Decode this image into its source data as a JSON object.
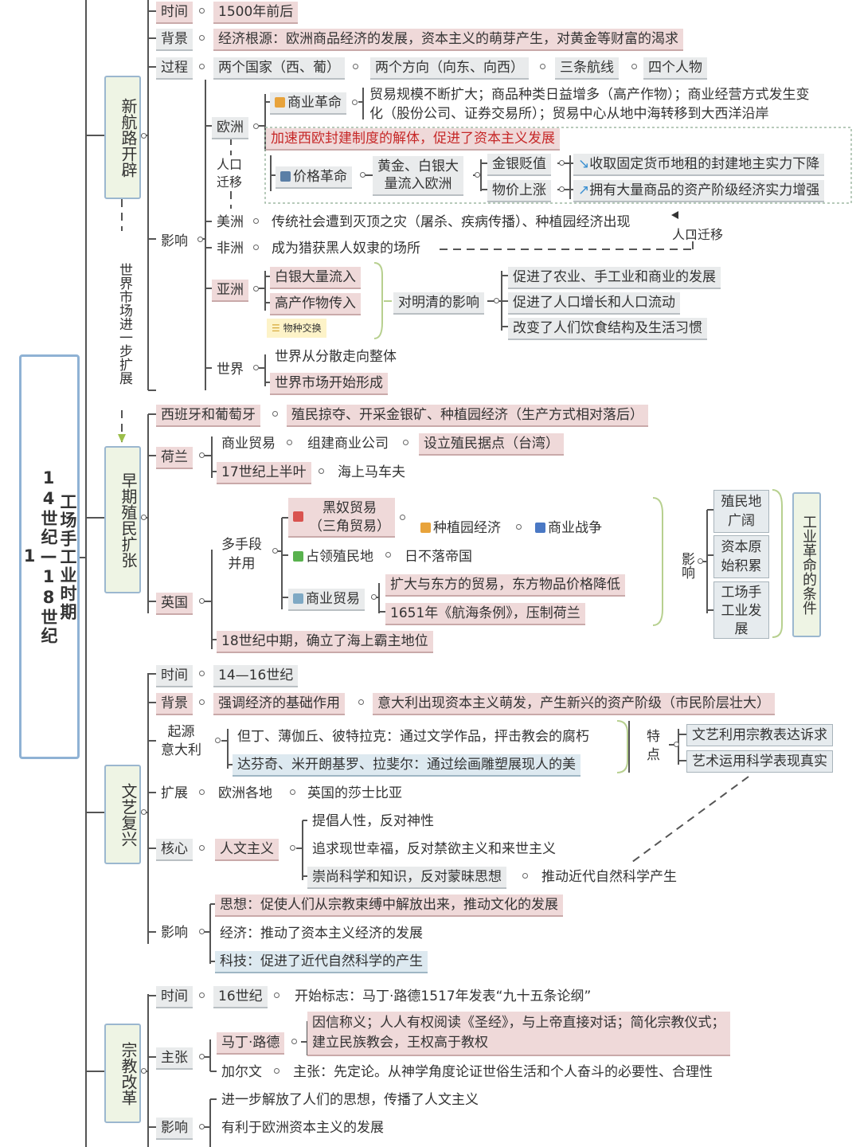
{
  "root": {
    "title": "工场手工业时期",
    "range": "14世纪—18世纪",
    "page": "1"
  },
  "colors": {
    "pink": "#efd9d9",
    "gray": "#e9ebec",
    "blue": "#dde9f0",
    "red_text": "#c62828",
    "topic_border": "#9bb7cf"
  },
  "s1": {
    "topic": "新航路开辟",
    "arrow_label": "世界市场进一步扩展",
    "time_label": "时间",
    "time_value": "1500年前后",
    "bg_label": "背景",
    "bg_value": "经济根源：欧洲商品经济的发展，资本主义的萌芽产生，对黄金等财富的渴求",
    "process_label": "过程",
    "process_items": [
      "两个国家（西、葡）",
      "两个方向（向东、向西）",
      "三条航线",
      "四个人物"
    ],
    "impact_label": "影响",
    "europe": "欧洲",
    "migration": "人口\n迁移",
    "commercial_rev": "商业革命",
    "commercial_rev_desc1": "贸易规模不断扩大；商品种类日益增多（高产作物）；商业经营方式发生变",
    "commercial_rev_desc2": "化（股份公司、证券交易所）；贸易中心从地中海转移到大西洋沿岸",
    "europe_effect": "加速西欧封建制度的解体，促进了资本主义发展",
    "price_rev": "价格革命",
    "gold_silver1": "黄金、白银大",
    "gold_silver2": "量流入欧洲",
    "devalue": "金银贬值",
    "price_up": "物价上涨",
    "devalue_effect": "收取固定货币地租的封建地主实力下降",
    "price_up_effect": "拥有大量商品的资产阶级经济实力增强",
    "america": "美洲",
    "america_value": "传统社会遭到灭顶之灾（屠杀、疾病传播）、种植园经济出现",
    "migration_note": "人口迁移",
    "africa": "非洲",
    "africa_value": "成为猎获黑人奴隶的场所",
    "asia": "亚洲",
    "asia_items": [
      "白银大量流入",
      "高产作物传入"
    ],
    "asia_note": "物种交换",
    "asia_impact_label": "对明清的影响",
    "asia_impacts": [
      "促进了农业、手工业和商业的发展",
      "促进了人口增长和人口流动",
      "改变了人们饮食结构及生活习惯"
    ],
    "world": "世界",
    "world_items": [
      "世界从分散走向整体",
      "世界市场开始形成"
    ]
  },
  "s2": {
    "topic": "早期殖民扩张",
    "spain": "西班牙和葡萄牙",
    "spain_value": "殖民掠夺、开采金银矿、种植园经济（生产方式相对落后）",
    "holland": "荷兰",
    "holland_trade": "商业贸易",
    "holland_company": "组建商业公司",
    "holland_base": "设立殖民据点（台湾）",
    "holland_time": "17世纪上半叶",
    "holland_title": "海上马车夫",
    "britain": "英国",
    "multi": "多手段\n并用",
    "slave1": "黑奴贸易",
    "slave2": "（三角贸易）",
    "plantation": "种植园经济",
    "war": "商业战争",
    "occupy": "占领殖民地",
    "empire": "日不落帝国",
    "trade": "商业贸易",
    "trade1": "扩大与东方的贸易，东方物品价格降低",
    "trade2": "1651年《航海条例》，压制荷兰",
    "hegemony": "18世纪中期，确立了海上霸主地位",
    "impact_label": "影响",
    "impacts": [
      "殖民地广阔",
      "资本原始积累",
      "工场手工业发展"
    ],
    "condition": "工业革命的条件"
  },
  "s3": {
    "topic": "文艺复兴",
    "time_label": "时间",
    "time_value": "14—16世纪",
    "bg_label": "背景",
    "bg_value1": "强调经济的基础作用",
    "bg_value2": "意大利出现资本主义萌发，产生新兴的资产阶级（市民阶层壮大）",
    "origin": "起源\n意大利",
    "origin1": "但丁、薄伽丘、彼特拉克：通过文学作品，抨击教会的腐朽",
    "origin2": "达芬奇、米开朗基罗、拉斐尔：通过绘画雕塑展现人的美",
    "feature": "特\n点",
    "features": [
      "文艺利用宗教表达诉求",
      "艺术运用科学表现真实"
    ],
    "spread_label": "扩展",
    "spread1": "欧洲各地",
    "spread2": "英国的莎士比亚",
    "core_label": "核心",
    "core": "人文主义",
    "core_items": [
      "提倡人性，反对神性",
      "追求现世幸福，反对禁欲主义和来世主义",
      "崇尚科学和知识，反对蒙昧思想"
    ],
    "core_science": "推动近代自然科学产生",
    "impact_label": "影响",
    "impacts": [
      "思想：促使人们从宗教束缚中解放出来，推动文化的发展",
      "经济：推动了资本主义经济的发展",
      "科技：促进了近代自然科学的产生"
    ]
  },
  "s4": {
    "topic": "宗教改革",
    "time_label": "时间",
    "time_value": "16世纪",
    "start": "开始标志：马丁·路德1517年发表“九十五条论纲”",
    "claim_label": "主张",
    "luther": "马丁·路德",
    "luther1": "因信称义；人人有权阅读《圣经》，与上帝直接对话；简化宗教仪式；",
    "luther2": "建立民族教会，王权高于教权",
    "calvin": "加尔文",
    "calvin_value": "主张：先定论。从神学角度论证世俗生活和个人奋斗的必要性、合理性",
    "impact_label": "影响",
    "impacts": [
      "进一步解放了人们的思想，传播了人文主义",
      "有利于欧洲资本主义的发展"
    ]
  }
}
